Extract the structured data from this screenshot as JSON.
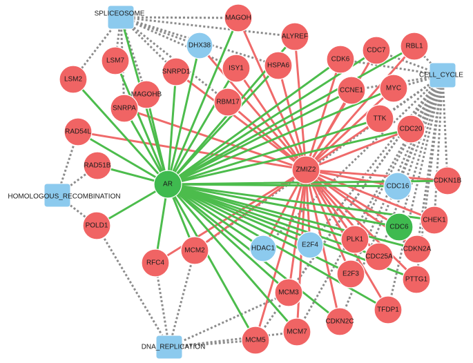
{
  "colors": {
    "red_node": "#f06464",
    "green_node": "#3fba4f",
    "blue_node": "#8ccaee",
    "pathway_node": "#8ccaee",
    "green_edge": "#4cbc4c",
    "red_edge": "#ef6a6a",
    "dashed_edge": "#8c8c8c"
  },
  "nodes": [
    {
      "id": "SPLICEOSOME",
      "type": "pathway",
      "color": "pathway_node"
    },
    {
      "id": "CELL_CYCLE",
      "type": "pathway",
      "color": "pathway_node"
    },
    {
      "id": "HOMOLOGOUS_RECOMBINATION",
      "type": "pathway",
      "color": "pathway_node"
    },
    {
      "id": "DNA_REPLICATION",
      "type": "pathway",
      "color": "pathway_node"
    },
    {
      "id": "AR",
      "type": "gene",
      "color": "green_node"
    },
    {
      "id": "ZMIZ2",
      "type": "gene",
      "color": "red_node"
    },
    {
      "id": "MAGOH",
      "type": "gene",
      "color": "red_node"
    },
    {
      "id": "DHX38",
      "type": "gene",
      "color": "blue_node"
    },
    {
      "id": "ALYREF",
      "type": "gene",
      "color": "red_node"
    },
    {
      "id": "LSM7",
      "type": "gene",
      "color": "red_node"
    },
    {
      "id": "LSM2",
      "type": "gene",
      "color": "red_node"
    },
    {
      "id": "SNRPD1",
      "type": "gene",
      "color": "red_node"
    },
    {
      "id": "ISY1",
      "type": "gene",
      "color": "red_node"
    },
    {
      "id": "HSPA6",
      "type": "gene",
      "color": "red_node"
    },
    {
      "id": "MAGOHB",
      "type": "gene",
      "color": "red_node"
    },
    {
      "id": "RBM17",
      "type": "gene",
      "color": "red_node"
    },
    {
      "id": "SNRPA",
      "type": "gene",
      "color": "red_node"
    },
    {
      "id": "CDK6",
      "type": "gene",
      "color": "red_node"
    },
    {
      "id": "CDC7",
      "type": "gene",
      "color": "red_node"
    },
    {
      "id": "RBL1",
      "type": "gene",
      "color": "red_node"
    },
    {
      "id": "MYC",
      "type": "gene",
      "color": "red_node"
    },
    {
      "id": "CCNE1",
      "type": "gene",
      "color": "red_node"
    },
    {
      "id": "TTK",
      "type": "gene",
      "color": "red_node"
    },
    {
      "id": "CDC20",
      "type": "gene",
      "color": "red_node"
    },
    {
      "id": "CDKN1B",
      "type": "gene",
      "color": "red_node"
    },
    {
      "id": "CDC16",
      "type": "gene",
      "color": "blue_node"
    },
    {
      "id": "CHEK1",
      "type": "gene",
      "color": "red_node"
    },
    {
      "id": "CDC6",
      "type": "gene",
      "color": "green_node"
    },
    {
      "id": "CDKN2A",
      "type": "gene",
      "color": "red_node"
    },
    {
      "id": "PLK1",
      "type": "gene",
      "color": "red_node"
    },
    {
      "id": "CDC25A",
      "type": "gene",
      "color": "red_node"
    },
    {
      "id": "PTTG1",
      "type": "gene",
      "color": "red_node"
    },
    {
      "id": "E2F3",
      "type": "gene",
      "color": "red_node"
    },
    {
      "id": "TFDP1",
      "type": "gene",
      "color": "red_node"
    },
    {
      "id": "CDKN2C",
      "type": "gene",
      "color": "red_node"
    },
    {
      "id": "HDAC1",
      "type": "gene",
      "color": "blue_node"
    },
    {
      "id": "E2F4",
      "type": "gene",
      "color": "blue_node"
    },
    {
      "id": "MCM3",
      "type": "gene",
      "color": "red_node"
    },
    {
      "id": "MCM7",
      "type": "gene",
      "color": "red_node"
    },
    {
      "id": "MCM5",
      "type": "gene",
      "color": "red_node"
    },
    {
      "id": "MCM2",
      "type": "gene",
      "color": "red_node"
    },
    {
      "id": "RFC4",
      "type": "gene",
      "color": "red_node"
    },
    {
      "id": "POLD1",
      "type": "gene",
      "color": "red_node"
    },
    {
      "id": "RAD51B",
      "type": "gene",
      "color": "red_node"
    },
    {
      "id": "RAD54L",
      "type": "gene",
      "color": "red_node"
    }
  ],
  "edges": {
    "green": {
      "AR": [
        "SPLICEOSOME",
        "MAGOH",
        "DHX38",
        "ALYREF",
        "LSM7",
        "LSM2",
        "SNRPD1",
        "ISY1",
        "HSPA6",
        "MAGOHB",
        "SNRPA",
        "CDK6",
        "CDC7",
        "RBL1",
        "MYC",
        "CCNE1",
        "TTK",
        "CDC20",
        "CDKN1B",
        "CDC16",
        "CHEK1",
        "CDC6",
        "CDKN2A",
        "PLK1",
        "CDC25A",
        "PTTG1",
        "E2F3",
        "TFDP1",
        "CDKN2C",
        "HDAC1",
        "E2F4",
        "MCM3",
        "MCM7",
        "MCM5",
        "MCM2",
        "RFC4",
        "POLD1",
        "RAD51B",
        "RAD54L"
      ]
    },
    "red": {
      "ZMIZ2": [
        "MAGOH",
        "DHX38",
        "ALYREF",
        "SNRPD1",
        "ISY1",
        "HSPA6",
        "RBM17",
        "SNRPA",
        "CDK6",
        "CDC7",
        "RBL1",
        "MYC",
        "CCNE1",
        "TTK",
        "CDC20",
        "CDKN1B",
        "CDC16",
        "CHEK1",
        "CDC6",
        "CDKN2A",
        "PLK1",
        "CDC25A",
        "PTTG1",
        "E2F3",
        "TFDP1",
        "CDKN2C",
        "HDAC1",
        "E2F4",
        "MCM3",
        "MCM7",
        "MCM5",
        "MCM2",
        "RFC4",
        "RAD54L"
      ]
    },
    "dashed": {
      "SPLICEOSOME": [
        "MAGOH",
        "DHX38",
        "ALYREF",
        "LSM7",
        "LSM2",
        "SNRPD1",
        "ISY1",
        "HSPA6",
        "MAGOHB",
        "RBM17",
        "SNRPA"
      ],
      "CELL_CYCLE": [
        "CDK6",
        "CDC7",
        "RBL1",
        "MYC",
        "CCNE1",
        "TTK",
        "CDC20",
        "CDKN1B",
        "CDC16",
        "CHEK1",
        "CDC6",
        "CDKN2A",
        "PLK1",
        "CDC25A",
        "PTTG1",
        "E2F3",
        "TFDP1",
        "CDKN2C",
        "HDAC1",
        "E2F4",
        "MCM3",
        "MCM7",
        "MCM5",
        "MCM2"
      ],
      "HOMOLOGOUS_RECOMBINATION": [
        "RAD54L",
        "RAD51B",
        "POLD1"
      ],
      "DNA_REPLICATION": [
        "MCM3",
        "MCM7",
        "MCM5",
        "MCM2",
        "RFC4",
        "POLD1"
      ]
    }
  }
}
